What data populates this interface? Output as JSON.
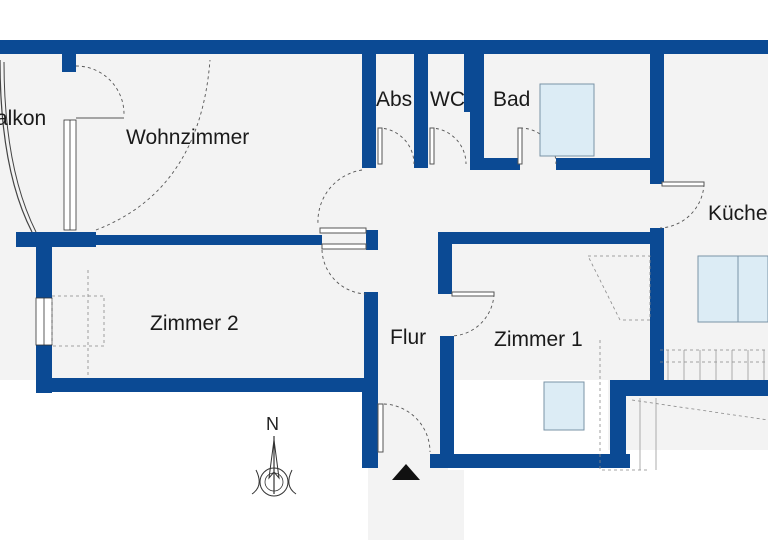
{
  "rooms": {
    "balkon": "alkon",
    "wohnzimmer": "Wohnzimmer",
    "abs": "Abs",
    "wc": "WC",
    "bad": "Bad",
    "kueche": "Küche",
    "zimmer2": "Zimmer 2",
    "flur": "Flur",
    "zimmer1": "Zimmer 1"
  },
  "compass": {
    "north_label": "N",
    "icon": "north-arrow-icon"
  },
  "entrance": {
    "icon": "entrance-triangle-icon"
  },
  "colors": {
    "wall": "#0b4a94",
    "floor": "#f3f3f3",
    "fixture": "#dcecf5"
  }
}
